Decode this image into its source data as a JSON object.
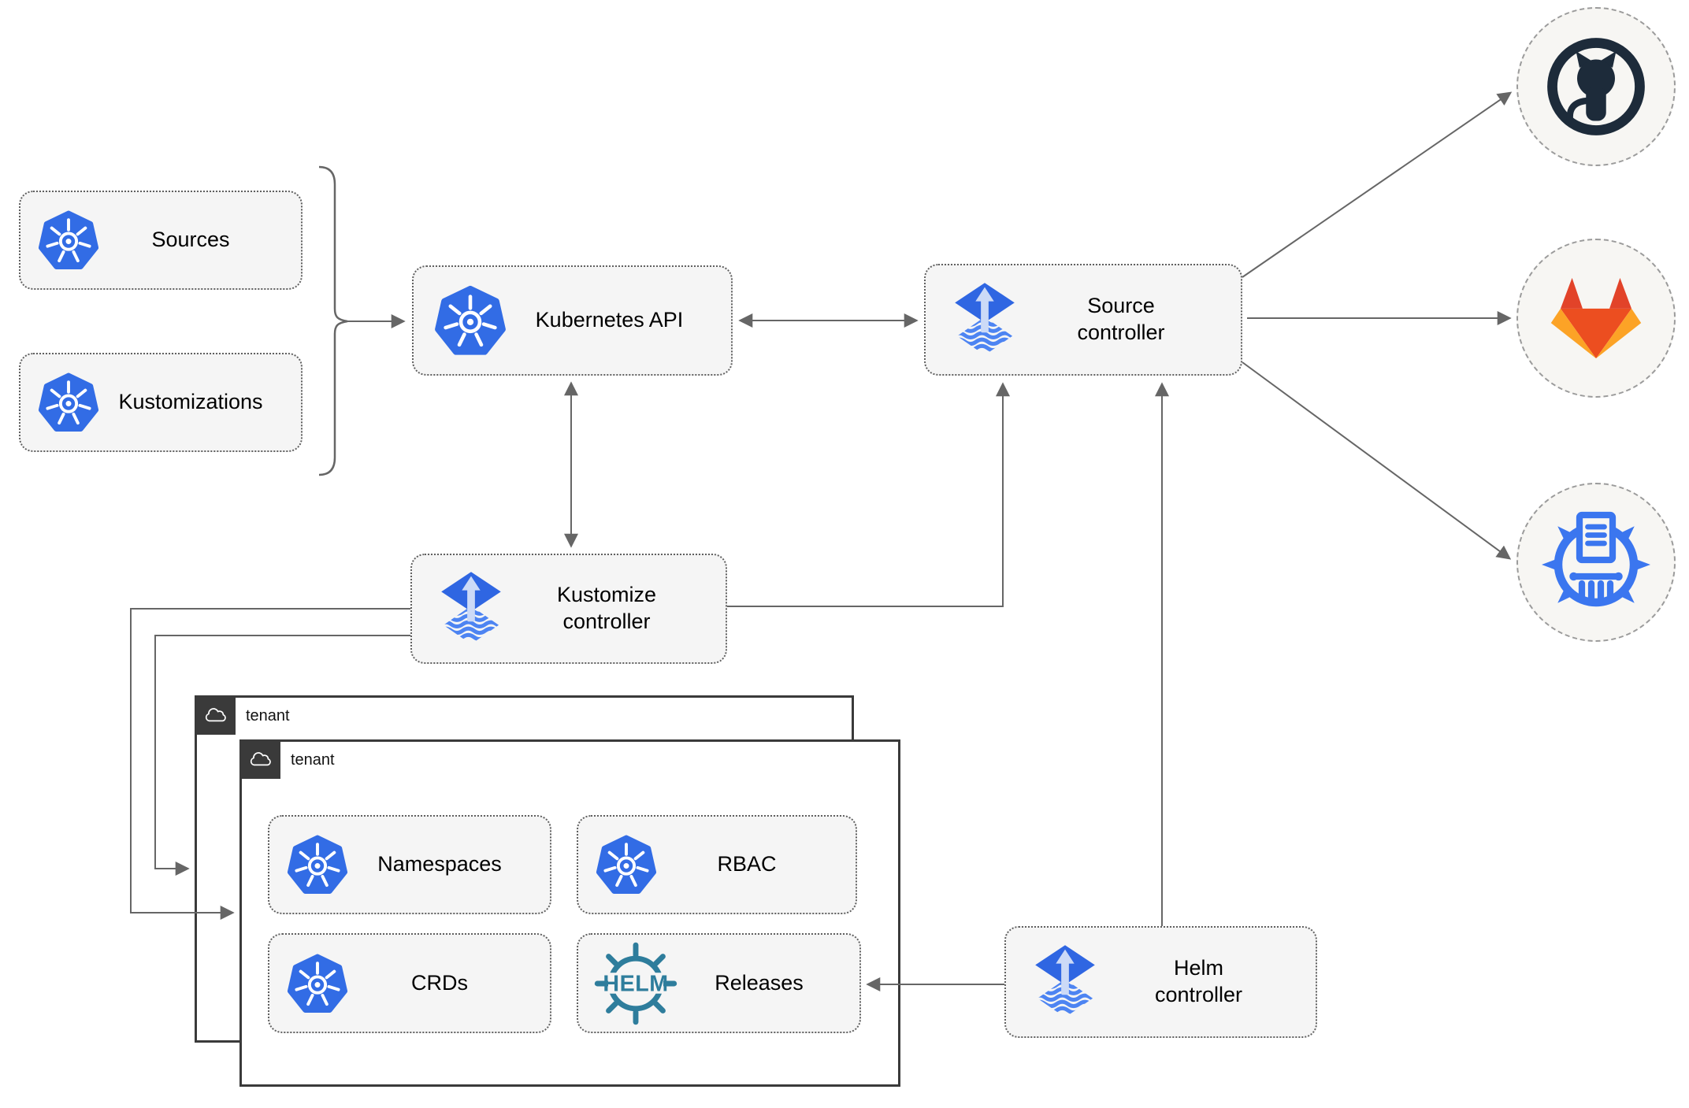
{
  "nodes": {
    "sources": {
      "label": "Sources"
    },
    "kustomizations": {
      "label": "Kustomizations"
    },
    "kubernetes_api": {
      "label": "Kubernetes API"
    },
    "source_controller": {
      "label": "Source controller"
    },
    "kustomize_controller": {
      "label": "Kustomize controller"
    },
    "helm_controller": {
      "label": "Helm controller"
    },
    "namespaces": {
      "label": "Namespaces"
    },
    "rbac": {
      "label": "RBAC"
    },
    "crds": {
      "label": "CRDs"
    },
    "releases": {
      "label": "Releases"
    }
  },
  "tenants": {
    "back": {
      "label": "tenant"
    },
    "front": {
      "label": "tenant"
    }
  },
  "icons": {
    "kubernetes": "kubernetes-logo",
    "flux": "flux-logo",
    "helm": "helm-logo",
    "helm_wordmark": "HELM",
    "github": "github-octocat-logo",
    "gitlab": "gitlab-fox-logo",
    "chartmuseum": "chartmuseum-logo",
    "cloud": "cloud-icon"
  },
  "colors": {
    "k8s-blue": "#326ce5",
    "flux-blue": "#2f66e2",
    "flux-wave": "#4d84f2",
    "flux-arrow": "#ccdaf7",
    "helm-teal": "#2e7d9c",
    "github-dark": "#1d2b3a",
    "gitlab-red": "#e24329",
    "gitlab-mid": "#ec4e20",
    "gitlab-light": "#fca326",
    "chartmuseum-blue": "#3b76ef",
    "line-gray": "#666666",
    "box-fill": "#f5f5f5",
    "box-border": "#606060",
    "circle-fill": "#f7f6f3",
    "circle-border": "#9b9b9b",
    "tenant-dark": "#3a3a3a",
    "text": "#000000"
  }
}
